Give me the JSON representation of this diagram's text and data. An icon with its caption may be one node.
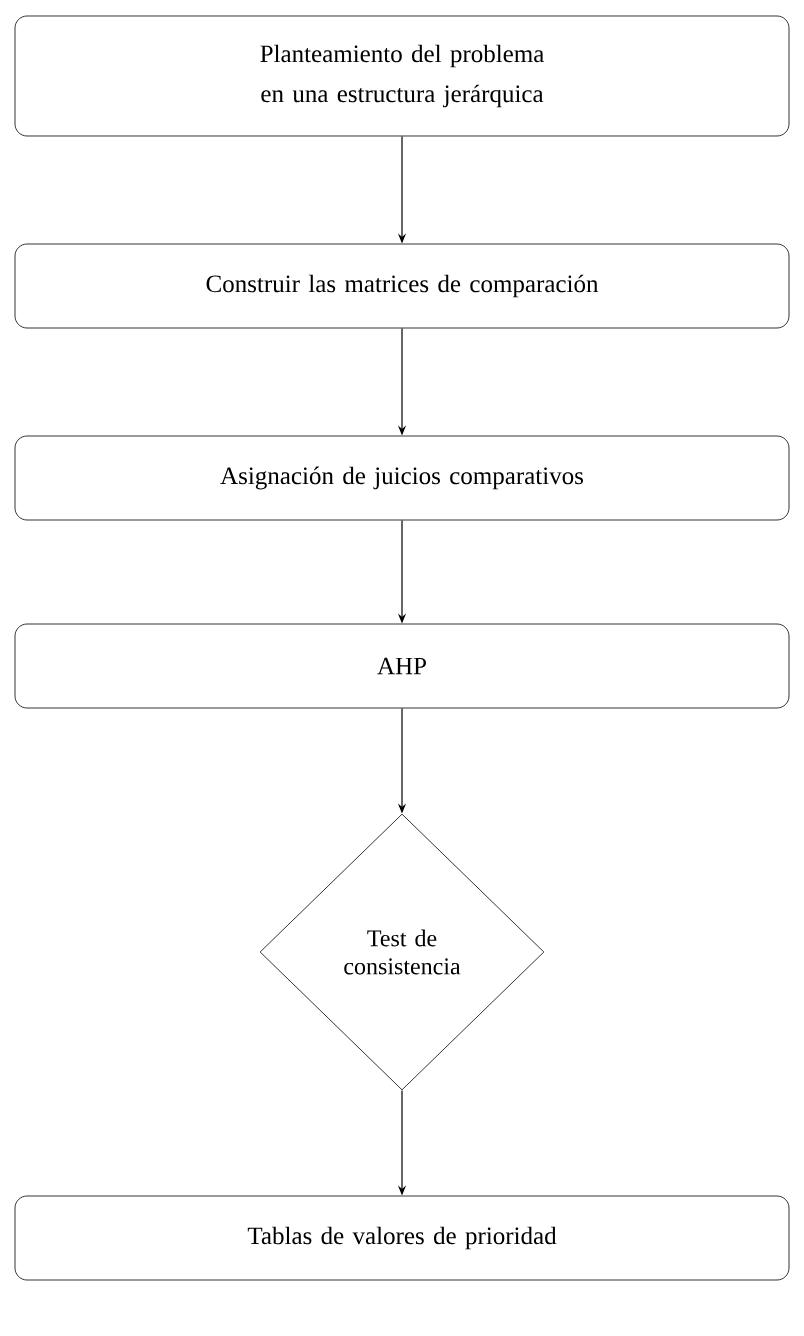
{
  "diagram": {
    "nodes": [
      {
        "text": [
          "Planteamiento del problema en una estructura jerárquica"
        ]
      },
      {
        "text": [
          "Construir las matrices de comparación"
        ]
      },
      {
        "text": [
          "Asignación de juicios comparativos"
        ]
      },
      {
        "text": [
          "AHP"
        ]
      },
      {
        "text": [
          "Test de consistencia"
        ]
      },
      {
        "text": [
          "Tablas de valores de prioridad"
        ]
      }
    ],
    "edges": [
      {
        "from": 0,
        "to": 1,
        "arrow": "to"
      },
      {
        "from": 1,
        "to": 2,
        "arrow": "to"
      },
      {
        "from": 2,
        "to": 3,
        "arrow": "to"
      },
      {
        "from": 3,
        "to": 4,
        "arrow": "to"
      },
      {
        "from": 4,
        "to": 5,
        "arrow": "to"
      }
    ]
  }
}
